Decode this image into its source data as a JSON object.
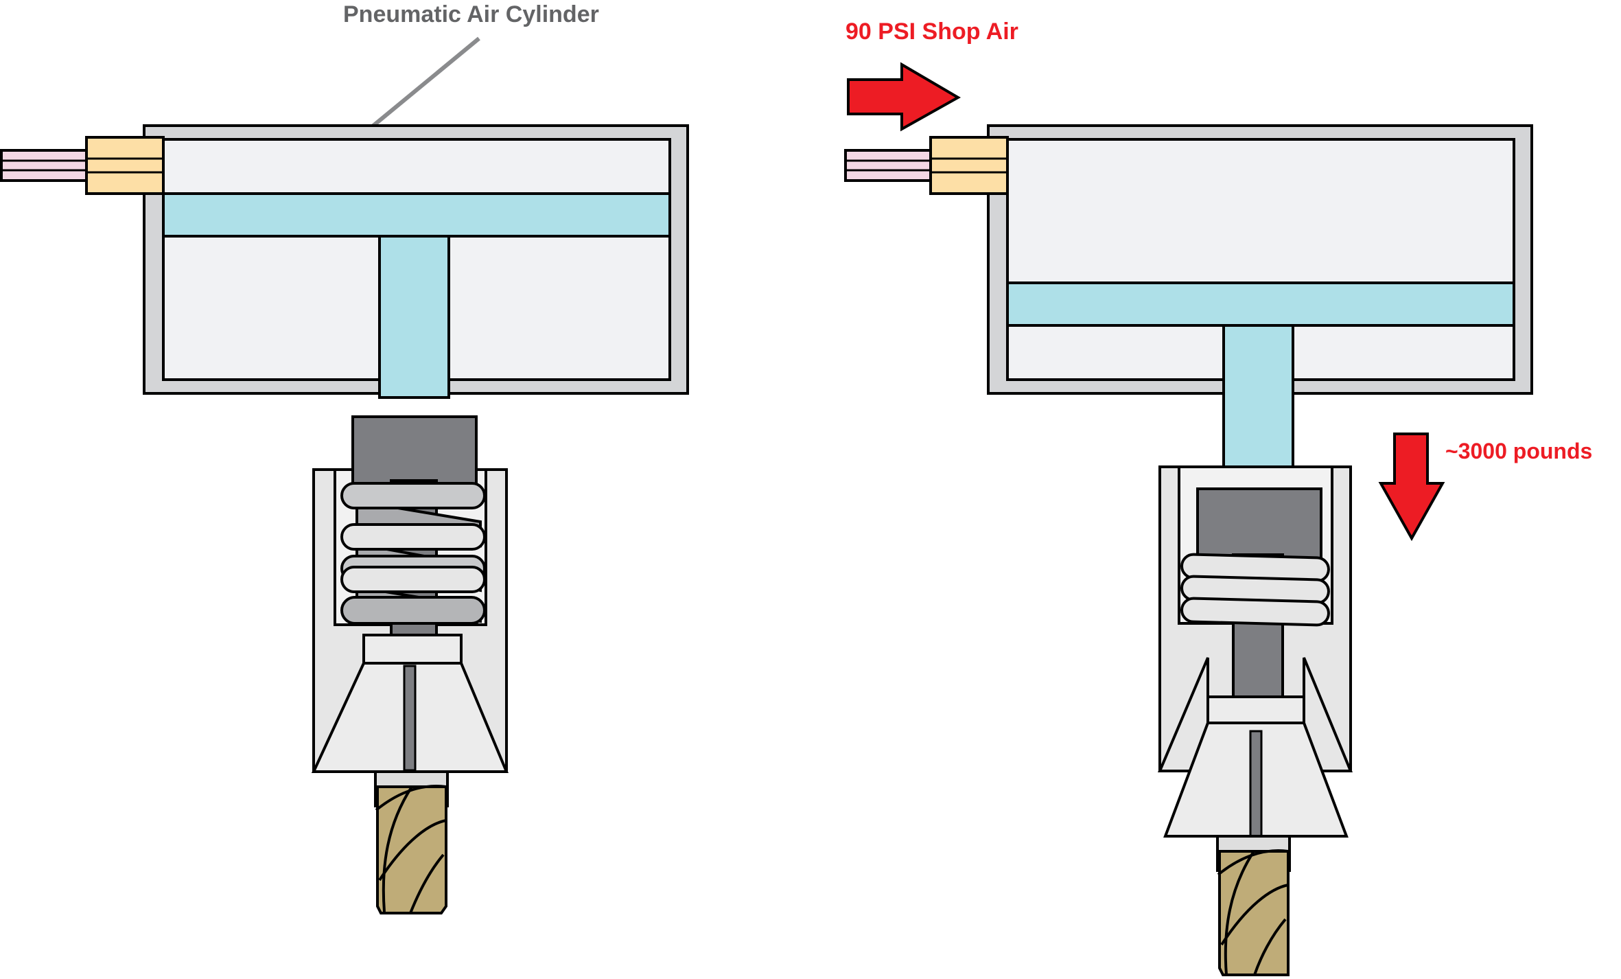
{
  "labels": {
    "cylinder": "Pneumatic Air Cylinder",
    "air": "90 PSI Shop Air",
    "force": "~3000 pounds"
  },
  "colors": {
    "housing": "#d4d5d7",
    "chamber": "#f1f2f4",
    "piston": "#aee0e8",
    "fitting": "#fddfa6",
    "hose": "#f3d8e4",
    "dark_metal": "#7d7e82",
    "spring_body": "#c7c8ca",
    "collet": "#ececec",
    "bit": "#bfac78",
    "arrow": "#ed1c24",
    "label_gray": "#636466",
    "label_red": "#ed1c24"
  },
  "states": [
    {
      "name": "released",
      "air_applied": false,
      "piston_travel": 0,
      "spring": "extended"
    },
    {
      "name": "clamped",
      "air_applied": true,
      "piston_travel": 1,
      "spring": "compressed"
    }
  ]
}
